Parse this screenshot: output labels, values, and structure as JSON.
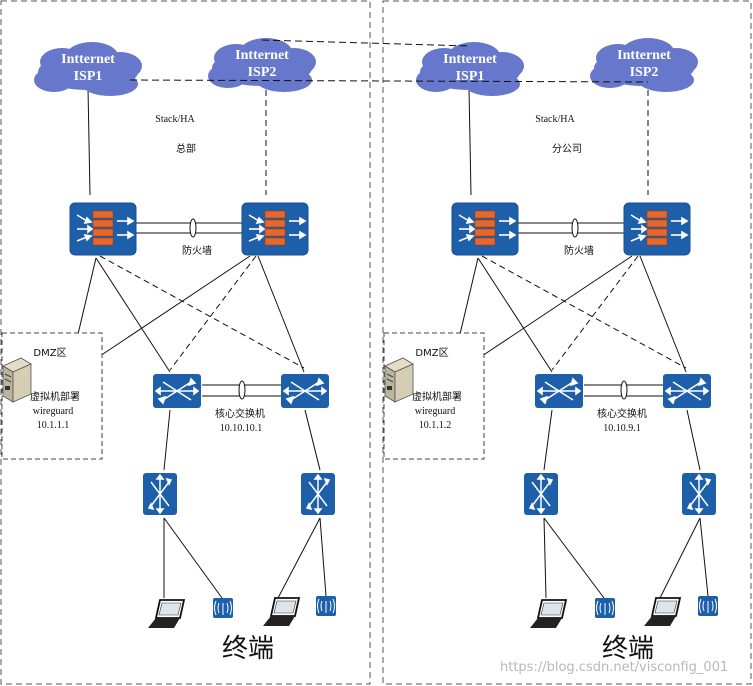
{
  "sites": [
    {
      "isp1": {
        "line1": "Intternet",
        "line2": "ISP1"
      },
      "isp2": {
        "line1": "Intternet",
        "line2": "ISP2"
      },
      "stack": "Stack/HA",
      "site_name": "总部",
      "firewall": "防火墙",
      "dmz": "DMZ区",
      "vm_line1": "虚拟机部署",
      "vm_line2": "wireguard",
      "vm_ip": "10.1.1.1",
      "core_label": "核心交换机",
      "core_ip": "10.10.10.1",
      "terminal": "终端"
    },
    {
      "isp1": {
        "line1": "Intternet",
        "line2": "ISP1"
      },
      "isp2": {
        "line1": "Intternet",
        "line2": "ISP2"
      },
      "stack": "Stack/HA",
      "site_name": "分公司",
      "firewall": "防火墙",
      "dmz": "DMZ区",
      "vm_line1": "虚拟机部署",
      "vm_line2": "wireguard",
      "vm_ip": "10.1.1.2",
      "core_label": "核心交换机",
      "core_ip": "10.10.9.1",
      "terminal": "终端"
    }
  ],
  "watermark": "https://blog.csdn.net/visconfig_001"
}
